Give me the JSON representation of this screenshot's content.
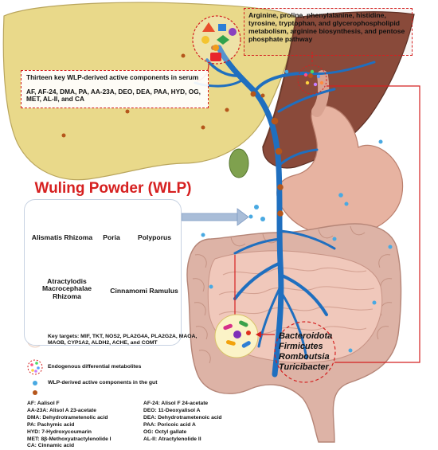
{
  "serum_box": {
    "title": "Thirteen key WLP-derived active components in serum",
    "components": "AF, AF-24, DMA, PA, AA-23A, DEO, DEA, PAA, HYD, OG, MET, AL-II, and CA"
  },
  "metabolism_box": {
    "text": "Arginine, proline, phenylalanine, histidine, tyrosine, tryptophan, and glycerophospholipid metabolism, arginine biosynthesis, and pentose phosphate pathway"
  },
  "wlp": {
    "title": "Wuling Powder (WLP)",
    "herbs": [
      {
        "name": "Alismatis Rhizoma"
      },
      {
        "name": "Poria"
      },
      {
        "name": "Polyporus"
      },
      {
        "name": "Atractylodis Macrocephalae Rhizoma"
      },
      {
        "name": "Cinnamomi Ramulus"
      }
    ]
  },
  "microbiota": [
    "Bacteroidota",
    "Firmicutes",
    "Romboutsia",
    "Turicibacter"
  ],
  "legend": [
    {
      "icon": "key-targets-icon",
      "text": "Key targets: MIF, TKT, NOS2, PLA2G4A, PLA2G2A, MAOA, MAOB, CYP1A2, ALDH2, ACHE, and COMT"
    },
    {
      "icon": "metabolites-circle-icon",
      "text": "Endogenous differential metabolites"
    },
    {
      "icon": "blue-dot-icon",
      "text": "WLP-derived active components in the gut"
    }
  ],
  "abbreviations": {
    "left": [
      "AF: Aalisol F",
      "AA-23A: Alisol A 23-acetate",
      "DMA: Dehydrotrametenolic acid",
      "PA: Pachymic acid",
      "HYD: 7-Hydroxycoumarin",
      "MET: 8β-Methoxyatractylenolide I",
      "CA: Cinnamic acid"
    ],
    "right": [
      "AF-24: Alisol F 24-acetate",
      "DEO: 11-Deoxyalisol A",
      "DEA: Dehydrotrametenoic acid",
      "PAA: Poricoic acid A",
      "OG: Octyl gallate",
      "AL-II: Atractylenolide II"
    ]
  },
  "colors": {
    "accent_red": "#d42020",
    "liver_yellow": "#e9d98a",
    "liver_brown": "#8a4a3a",
    "vessel_blue": "#1f6fbf",
    "intestine_pink": "#e5b4a6",
    "brown_dot": "#b5561b",
    "blue_dot": "#49a9e2"
  }
}
